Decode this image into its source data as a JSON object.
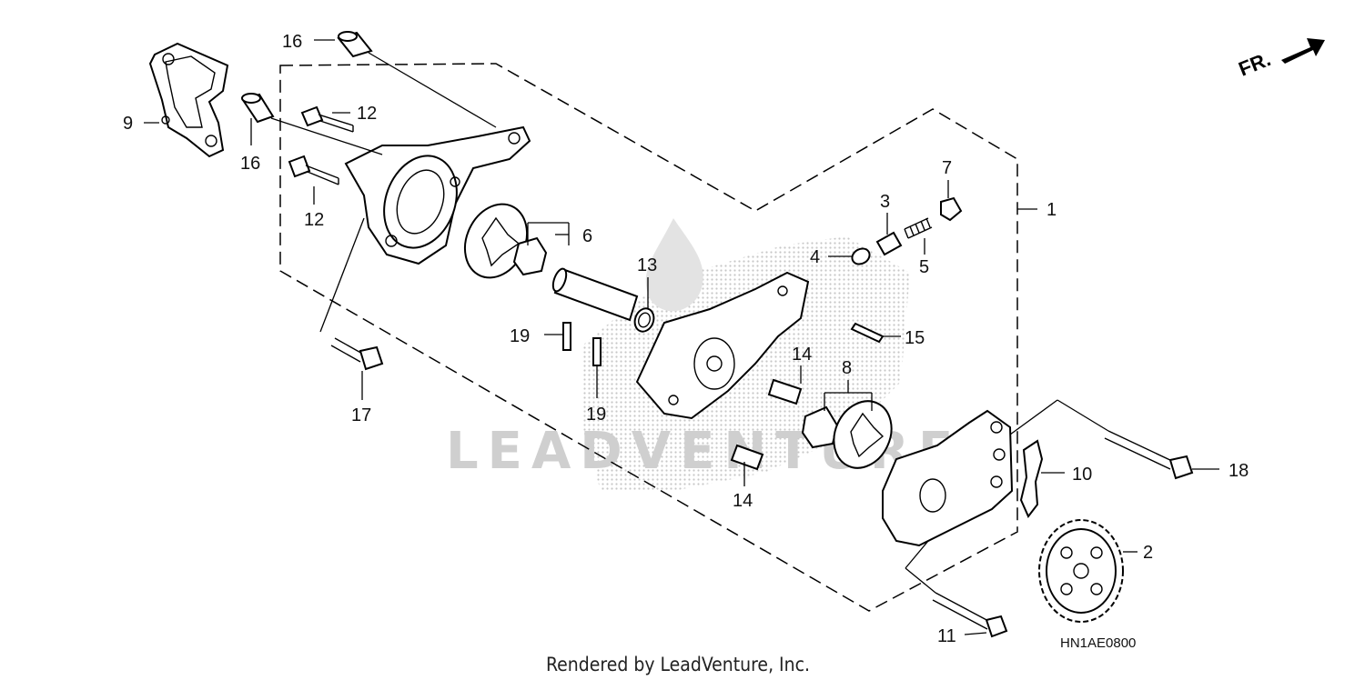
{
  "diagram_code": "HN1AE0800",
  "credit": "Rendered by LeadVenture, Inc.",
  "direction_marker": "FR.",
  "watermark": "LEADVENTURE",
  "callouts": [
    {
      "id": "c1",
      "label": "1"
    },
    {
      "id": "c2",
      "label": "2"
    },
    {
      "id": "c3",
      "label": "3"
    },
    {
      "id": "c4",
      "label": "4"
    },
    {
      "id": "c5",
      "label": "5"
    },
    {
      "id": "c6",
      "label": "6"
    },
    {
      "id": "c7",
      "label": "7"
    },
    {
      "id": "c8",
      "label": "8"
    },
    {
      "id": "c9",
      "label": "9"
    },
    {
      "id": "c10",
      "label": "10"
    },
    {
      "id": "c11",
      "label": "11"
    },
    {
      "id": "c12a",
      "label": "12"
    },
    {
      "id": "c12b",
      "label": "12"
    },
    {
      "id": "c13",
      "label": "13"
    },
    {
      "id": "c14a",
      "label": "14"
    },
    {
      "id": "c14b",
      "label": "14"
    },
    {
      "id": "c15",
      "label": "15"
    },
    {
      "id": "c16a",
      "label": "16"
    },
    {
      "id": "c16b",
      "label": "16"
    },
    {
      "id": "c17",
      "label": "17"
    },
    {
      "id": "c18",
      "label": "18"
    },
    {
      "id": "c19a",
      "label": "19"
    },
    {
      "id": "c19b",
      "label": "19"
    }
  ]
}
